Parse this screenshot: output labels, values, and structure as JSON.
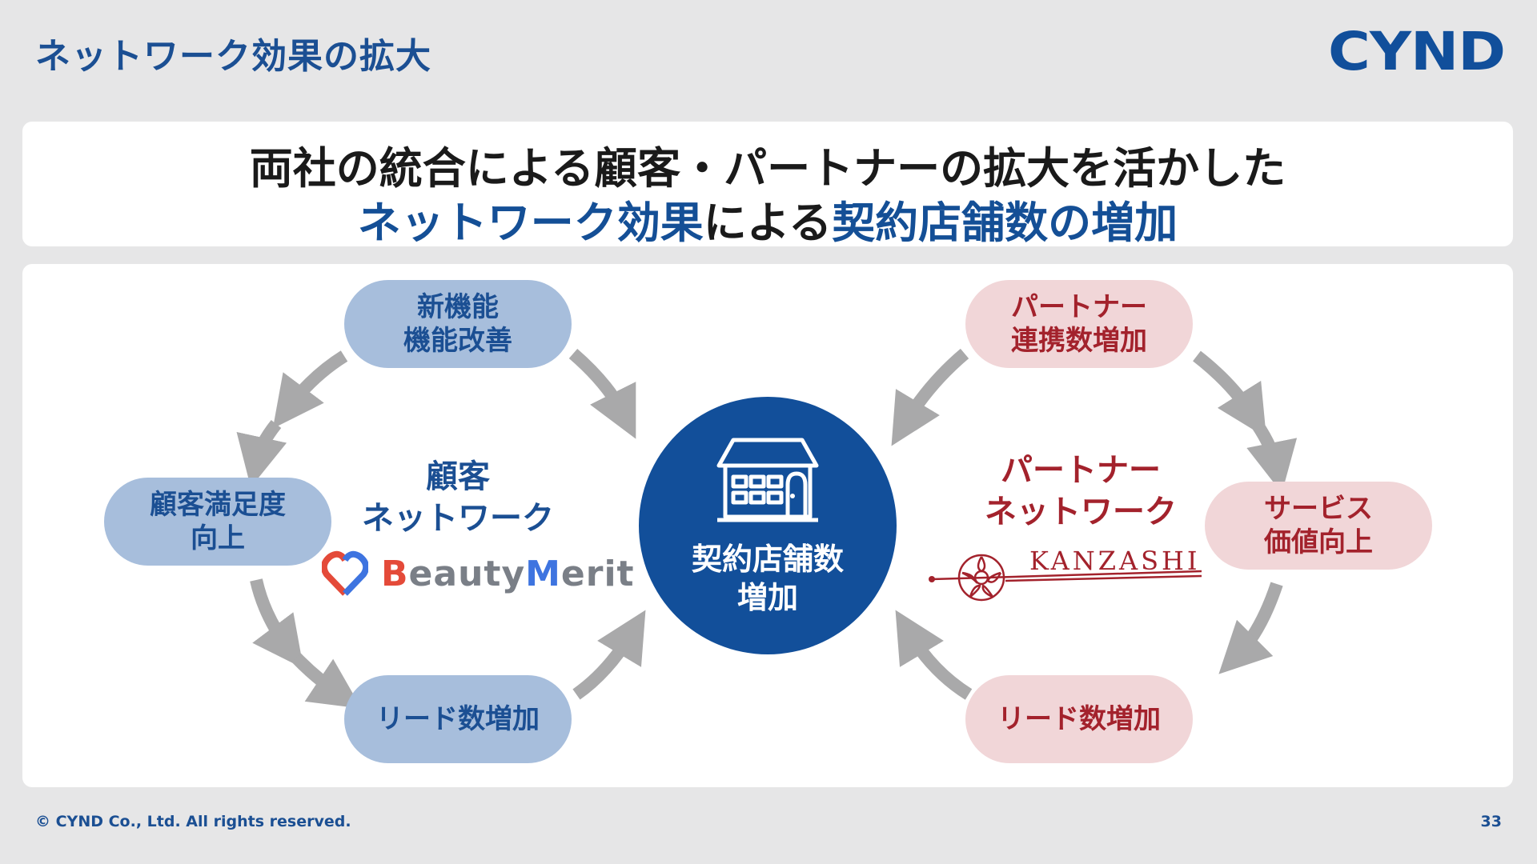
{
  "header": {
    "title": "ネットワーク効果の拡大",
    "logo_text": "CYND"
  },
  "headline": {
    "line1": "両社の統合による顧客・パートナーの拡大を活かした",
    "line2_part1": "ネットワーク効果",
    "line2_part2": "による",
    "line2_part3": "契約店舗数の増加"
  },
  "left_cycle": {
    "top_pill": [
      "新機能",
      "機能改善"
    ],
    "left_pill": [
      "顧客満足度",
      "向上"
    ],
    "bottom_pill": [
      "リード数増加"
    ],
    "label": [
      "顧客",
      "ネットワーク"
    ],
    "logo": {
      "letter_b": "B",
      "text_1": "eauty",
      "letter_m": "M",
      "text_2": "erit"
    }
  },
  "center": {
    "label": [
      "契約店舗数",
      "増加"
    ],
    "icon": "store-icon"
  },
  "right_cycle": {
    "top_pill": [
      "パートナー",
      "連携数増加"
    ],
    "right_pill": [
      "サービス",
      "価値向上"
    ],
    "bottom_pill": [
      "リード数増加"
    ],
    "label": [
      "パートナー",
      "ネットワーク"
    ],
    "logo": {
      "text": "KANZASHI"
    }
  },
  "footer": {
    "copyright": "© CYND Co., Ltd. All rights reserved.",
    "page_number": "33"
  },
  "colors": {
    "brand_blue": "#124f9a",
    "accent_red": "#a3222c",
    "pill_blue": "#a7bedc",
    "pill_red": "#f1d6d8",
    "arrow_gray": "#a9a9aa"
  }
}
